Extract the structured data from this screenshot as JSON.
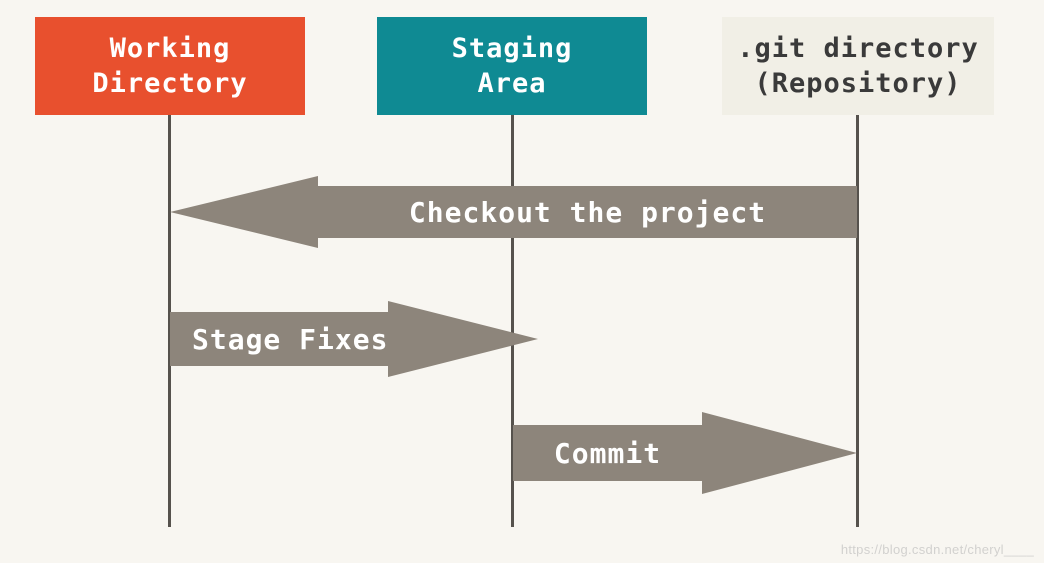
{
  "page": {
    "watermark": "https://blog.csdn.net/cheryl____"
  },
  "columns": [
    {
      "id": "working-directory",
      "label_line1": "Working",
      "label_line2": "Directory",
      "bg": "#e8502e",
      "text_color": "#ffffff"
    },
    {
      "id": "staging-area",
      "label_line1": "Staging",
      "label_line2": "Area",
      "bg": "#0f8a93",
      "text_color": "#ffffff"
    },
    {
      "id": "git-directory",
      "label_line1": ".git directory",
      "label_line2": "(Repository)",
      "bg": "#f1efe6",
      "text_color": "#3a3a3a"
    }
  ],
  "arrows": [
    {
      "id": "checkout",
      "label": "Checkout the project",
      "direction": "left",
      "from": "git-directory",
      "to": "working-directory"
    },
    {
      "id": "stage-fixes",
      "label": "Stage Fixes",
      "direction": "right",
      "from": "working-directory",
      "to": "staging-area"
    },
    {
      "id": "commit",
      "label": "Commit",
      "direction": "right",
      "from": "staging-area",
      "to": "git-directory"
    }
  ],
  "colors": {
    "arrow": "#8d857b",
    "lifeline": "#56524d",
    "background": "#f8f6f1"
  }
}
